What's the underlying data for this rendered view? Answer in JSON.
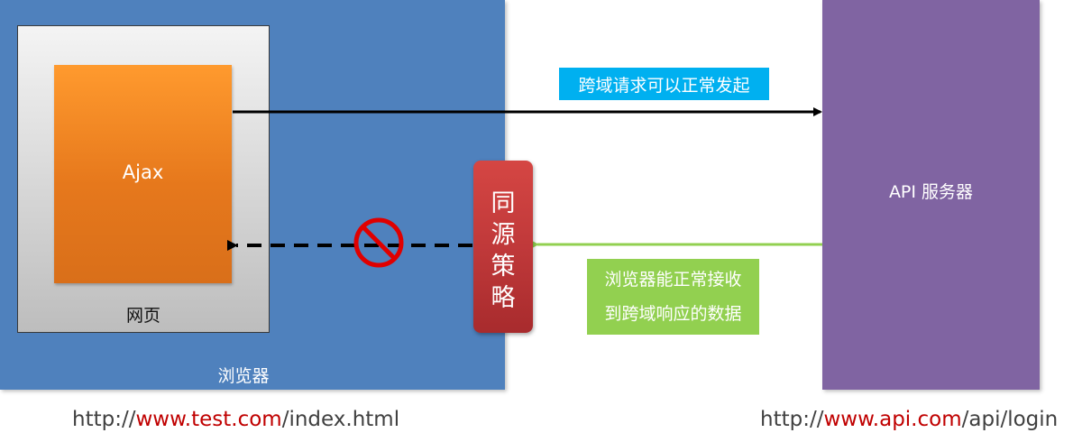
{
  "browser": {
    "label": "浏览器"
  },
  "webpage": {
    "label": "网页"
  },
  "ajax": {
    "label": "Ajax"
  },
  "policy": {
    "chars": [
      "同",
      "源",
      "策",
      "略"
    ]
  },
  "server": {
    "label": "API 服务器"
  },
  "request_label": "跨域请求可以正常发起",
  "response_label": {
    "line1": "浏览器能正常接收",
    "line2": "到跨域响应的数据"
  },
  "urls": {
    "left": {
      "prefix": "http://",
      "host": "www.test.com",
      "path": "/index.html"
    },
    "right": {
      "prefix": "http://",
      "host": "www.api.com",
      "path": "/api/login"
    }
  },
  "colors": {
    "browser": "#4f81bd",
    "server": "#8064a2",
    "ajax": "#f58a24",
    "policy": "#c0393a",
    "request_label": "#00b0f0",
    "response_label": "#92d050",
    "url_host": "#c00000",
    "blocked_icon": "#e00000"
  }
}
